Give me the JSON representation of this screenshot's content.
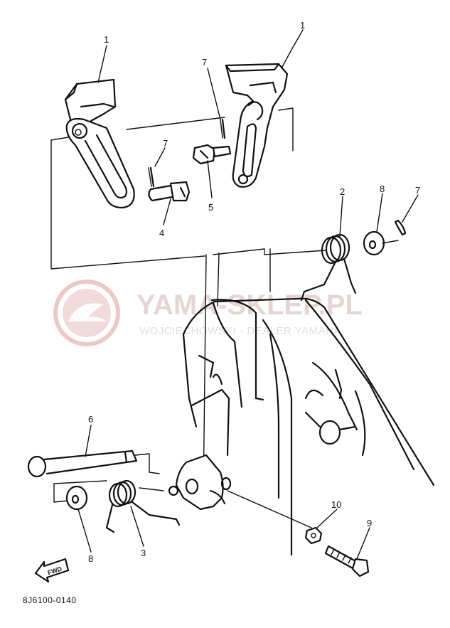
{
  "diagram": {
    "part_number": "8J6100-0140",
    "fwd_label": "FWD",
    "watermark": {
      "title": "YAMA-SKLEP.PL",
      "subtitle": "WOJCIECHOWSKI - DEALER YAMAHA",
      "color": "#e6c9c9"
    },
    "callouts": [
      {
        "id": "c1a",
        "label": "1"
      },
      {
        "id": "c1b",
        "label": "1"
      },
      {
        "id": "c7a",
        "label": "7"
      },
      {
        "id": "c7b",
        "label": "7"
      },
      {
        "id": "c7c",
        "label": "7"
      },
      {
        "id": "c5",
        "label": "5"
      },
      {
        "id": "c4",
        "label": "4"
      },
      {
        "id": "c2",
        "label": "2"
      },
      {
        "id": "c8a",
        "label": "8"
      },
      {
        "id": "c6",
        "label": "6"
      },
      {
        "id": "c8b",
        "label": "8"
      },
      {
        "id": "c3",
        "label": "3"
      },
      {
        "id": "c10",
        "label": "10"
      },
      {
        "id": "c9",
        "label": "9"
      }
    ]
  }
}
